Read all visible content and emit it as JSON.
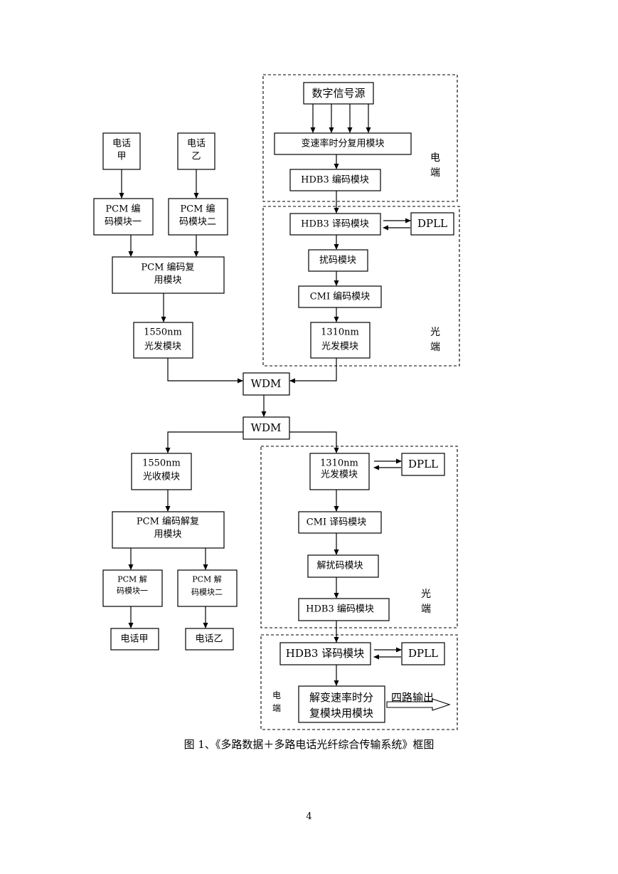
{
  "blocks": {
    "digital_source": "数字信号源",
    "var_rate_tdm": "变速率时分复用模块",
    "hdb3_enc_top": "HDB3 编码模块",
    "hdb3_dec_top": "HDB3 译码模块",
    "dpll_1": "DPLL",
    "scrambler": "扰码模块",
    "cmi_enc": "CMI 编码模块",
    "tx1310_l1": "1310nm",
    "tx1310_l2": "光发模块",
    "phone_a_top_l1": "电话",
    "phone_a_top_l2": "甲",
    "phone_b_top_l1": "电话",
    "phone_b_top_l2": "乙",
    "pcm_enc1_l1": "PCM 编",
    "pcm_enc1_l2": "码模块一",
    "pcm_enc2_l1": "PCM 编",
    "pcm_enc2_l2": "码模块二",
    "pcm_mux_l1": "PCM 编码复",
    "pcm_mux_l2": "用模块",
    "tx1550_l1": "1550nm",
    "tx1550_l2": "光发模块",
    "wdm_1": "WDM",
    "wdm_2": "WDM",
    "rx1550_l1": "1550nm",
    "rx1550_l2": "光收模块",
    "pcm_demux_l1": "PCM 编码解复",
    "pcm_demux_l2": "用模块",
    "pcm_dec1_l1": "PCM 解",
    "pcm_dec1_l2": "码模块一",
    "pcm_dec2_l1": "PCM 解",
    "pcm_dec2_l2": "码模块二",
    "phone_a_bottom": "电话甲",
    "phone_b_bottom": "电话乙",
    "rx1310_l1": "1310nm",
    "rx1310_l2": "光发模块",
    "dpll_2": "DPLL",
    "cmi_dec": "CMI 译码模块",
    "descrambler": "解扰码模块",
    "hdb3_enc_bottom": "HDB3 编码模块",
    "hdb3_dec_bottom": "HDB3 译码模块",
    "dpll_3": "DPLL",
    "var_rate_demux_l1": "解变速率时分",
    "var_rate_demux_l2": "复模块用模块",
    "four_output": "四路输出"
  },
  "region_labels": {
    "electrical_end_top_1": "电",
    "electrical_end_top_2": "端",
    "optical_end_top_1": "光",
    "optical_end_top_2": "端",
    "optical_end_bottom_1": "光",
    "optical_end_bottom_2": "端",
    "electrical_end_bottom_1": "电",
    "electrical_end_bottom_2": "端"
  },
  "caption": "图 1、《多路数据＋多路电话光纤综合传输系统》框图",
  "page_number": "4"
}
